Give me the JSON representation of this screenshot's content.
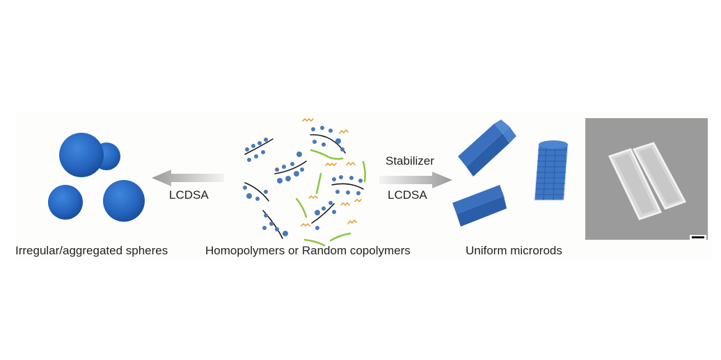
{
  "figure": {
    "left_panel": {
      "caption": "Irregular/aggregated spheres",
      "object": "aggregated-spheres",
      "color": "#2a68c0"
    },
    "left_arrow": {
      "label": "LCDSA",
      "direction": "left"
    },
    "center_panel": {
      "caption": "Homopolymers or Random copolymers",
      "chain_color": "#1a1a1a",
      "side_group_color": "#4a7ab5",
      "green_chain_color": "#8cc63f",
      "orange_chain_color": "#e8a23a"
    },
    "right_arrow": {
      "label_top": "Stabilizer",
      "label_bottom": "LCDSA",
      "direction": "right"
    },
    "right_panel": {
      "caption": "Uniform microrods",
      "object": "hexagonal-microrods",
      "color": "#3d72bd"
    },
    "sem_image": {
      "description": "SEM micrograph of two microrods",
      "background": "#9b9b9b",
      "has_scale_bar": true
    }
  }
}
